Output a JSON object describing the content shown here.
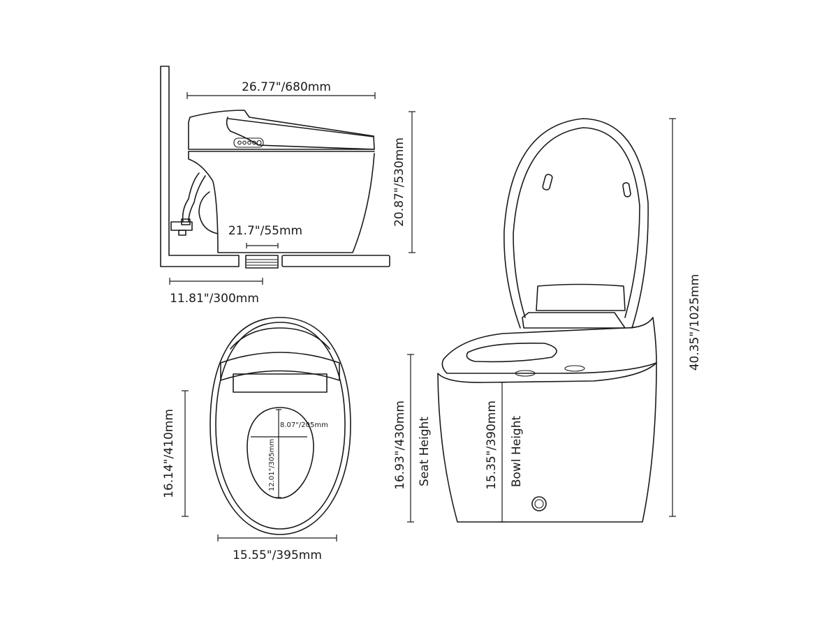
{
  "side_view": {
    "length": "26.77\"/680mm",
    "height": "20.87\"/530mm",
    "drain_size": "21.7\"/55mm",
    "rough_in": "11.81\"/300mm"
  },
  "top_view": {
    "depth": "16.14\"/410mm",
    "width": "15.55\"/395mm",
    "bowl_width": "8.07\"/205mm",
    "bowl_length": "12.01\"/305mm"
  },
  "front_view": {
    "seat_height_value": "16.93\"/430mm",
    "seat_height_label": "Seat Height",
    "bowl_height_value": "15.35\"/390mm",
    "bowl_height_label": "Bowl Height",
    "total_height": "40.35\"/1025mm"
  }
}
